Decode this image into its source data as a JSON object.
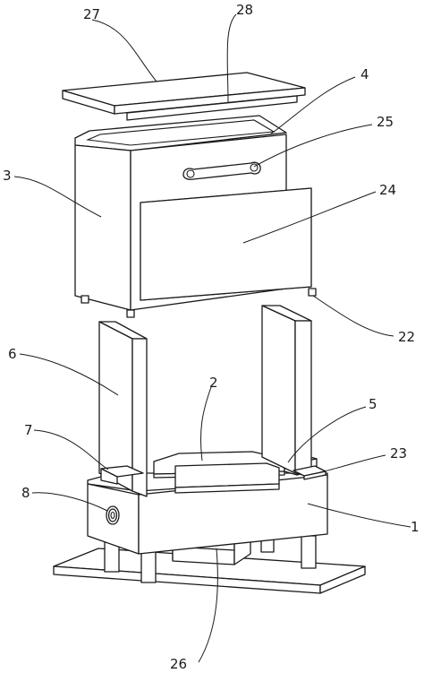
{
  "figure": {
    "labels": {
      "l27": "27",
      "l28": "28",
      "l4": "4",
      "l25": "25",
      "l3": "3",
      "l24": "24",
      "l22": "22",
      "l6": "6",
      "l2": "2",
      "l5": "5",
      "l7": "7",
      "l23": "23",
      "l8": "8",
      "l1": "1",
      "l26": "26"
    },
    "colors": {
      "line": "#1a1a1a",
      "fill": "#ffffff"
    }
  }
}
